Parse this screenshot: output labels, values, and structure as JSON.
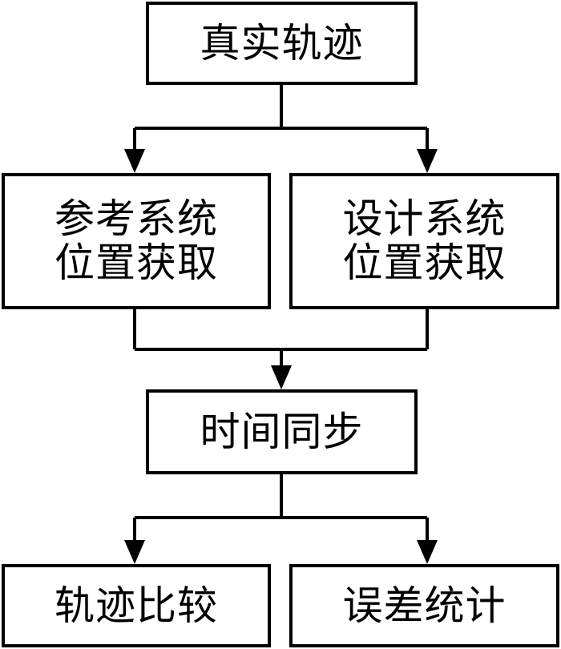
{
  "nodes": {
    "real_trajectory": {
      "lines": [
        "真实轨迹"
      ]
    },
    "reference_position": {
      "lines": [
        "参考系统",
        "位置获取"
      ]
    },
    "design_position": {
      "lines": [
        "设计系统",
        "位置获取"
      ]
    },
    "time_sync": {
      "lines": [
        "时间同步"
      ]
    },
    "trajectory_compare": {
      "lines": [
        "轨迹比较"
      ]
    },
    "error_stats": {
      "lines": [
        "误差统计"
      ]
    }
  },
  "edges": [
    {
      "from": "真实轨迹",
      "to": "参考系统位置获取"
    },
    {
      "from": "真实轨迹",
      "to": "设计系统位置获取"
    },
    {
      "from": "参考系统位置获取",
      "to": "时间同步"
    },
    {
      "from": "设计系统位置获取",
      "to": "时间同步"
    },
    {
      "from": "时间同步",
      "to": "轨迹比较"
    },
    {
      "from": "时间同步",
      "to": "误差统计"
    }
  ],
  "colors": {
    "stroke": "#000000",
    "background": "#ffffff"
  }
}
